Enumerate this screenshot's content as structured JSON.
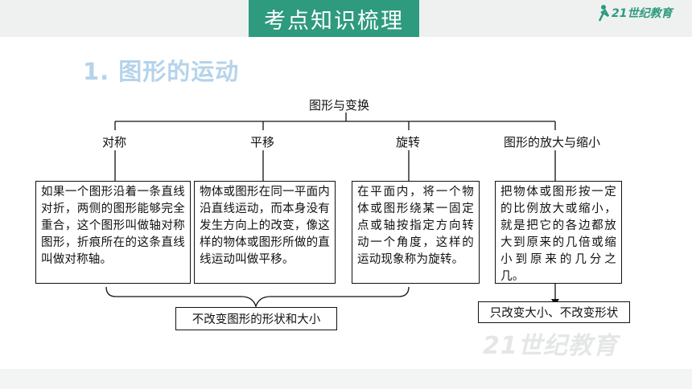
{
  "header": {
    "title": "考点知识梳理",
    "logo_text": "21世纪教育",
    "accent_color": "#2e9a7e"
  },
  "section": {
    "heading": "1. 图形的运动"
  },
  "diagram": {
    "root": "图形与变换",
    "branches": [
      {
        "label": "对称",
        "description": "如果一个图形沿着一条直线对折，两侧的图形能够完全重合，这个图形叫做轴对称图形，折痕所在的这条直线叫做对称轴。"
      },
      {
        "label": "平移",
        "description": "物体或图形在同一平面内沿直线运动，而本身没有发生方向上的改变，像这样的物体或图形所做的直线运动叫做平移。"
      },
      {
        "label": "旋转",
        "description": "在平面内，将一个物体或图形绕某一固定点或轴按指定方向转动一个角度，这样的运动现象称为旋转。"
      },
      {
        "label": "图形的放大与缩小",
        "description": "把物体或图形按一定的比例放大或缩小，就是把它的各边都放大到原来的几倍或缩小到原来的几分之几。"
      }
    ],
    "summary_left": "不改变图形的形状和大小",
    "summary_right": "只改变大小、不改变形状"
  },
  "watermark": "21世纪教育"
}
